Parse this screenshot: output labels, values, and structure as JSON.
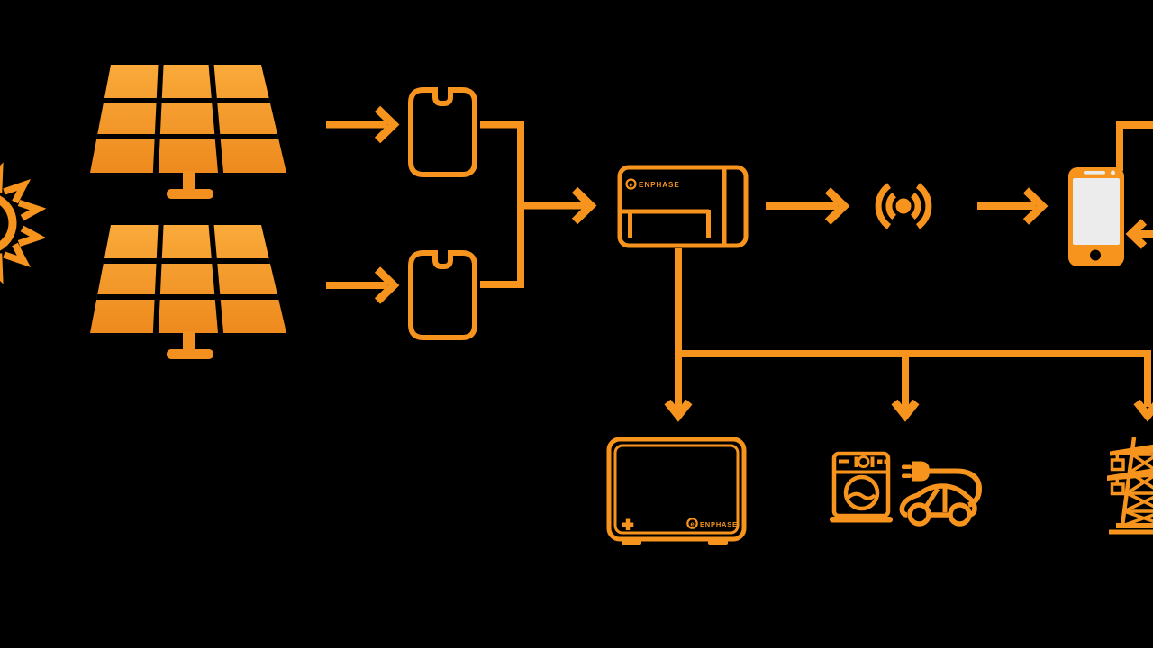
{
  "colors": {
    "background": "#000000",
    "accent": "#F7941E",
    "panel_top": "#F9AA3A",
    "panel_bottom": "#EE8A1E",
    "phone_screen": "#ECECEC",
    "grid_gap": "#000000"
  },
  "gateway": {
    "logo_text": "ENPHASE",
    "logo_mark": "e"
  },
  "battery": {
    "logo_text": "ENPHASE",
    "logo_mark": "e"
  },
  "nodes": [
    {
      "id": "sun",
      "icon": "sun-icon"
    },
    {
      "id": "solar-array-1",
      "icon": "solar-panel-icon"
    },
    {
      "id": "solar-array-2",
      "icon": "solar-panel-icon"
    },
    {
      "id": "microinverter-1",
      "icon": "microinverter-icon"
    },
    {
      "id": "microinverter-2",
      "icon": "microinverter-icon"
    },
    {
      "id": "gateway",
      "icon": "envoy-gateway-icon"
    },
    {
      "id": "wireless",
      "icon": "wireless-signal-icon"
    },
    {
      "id": "smartphone",
      "icon": "smartphone-icon"
    },
    {
      "id": "home-battery",
      "icon": "battery-icon"
    },
    {
      "id": "appliance",
      "icon": "washing-machine-icon"
    },
    {
      "id": "electric-car",
      "icon": "ev-car-plug-icon"
    },
    {
      "id": "utility-grid",
      "icon": "transmission-tower-icon"
    }
  ],
  "flows": [
    "solar-array-1 -> microinverter-1",
    "solar-array-2 -> microinverter-2",
    "microinverters -> gateway",
    "gateway -> wireless",
    "wireless -> smartphone",
    "gateway -> home-battery",
    "gateway -> appliance/ev",
    "gateway -> utility-grid"
  ]
}
